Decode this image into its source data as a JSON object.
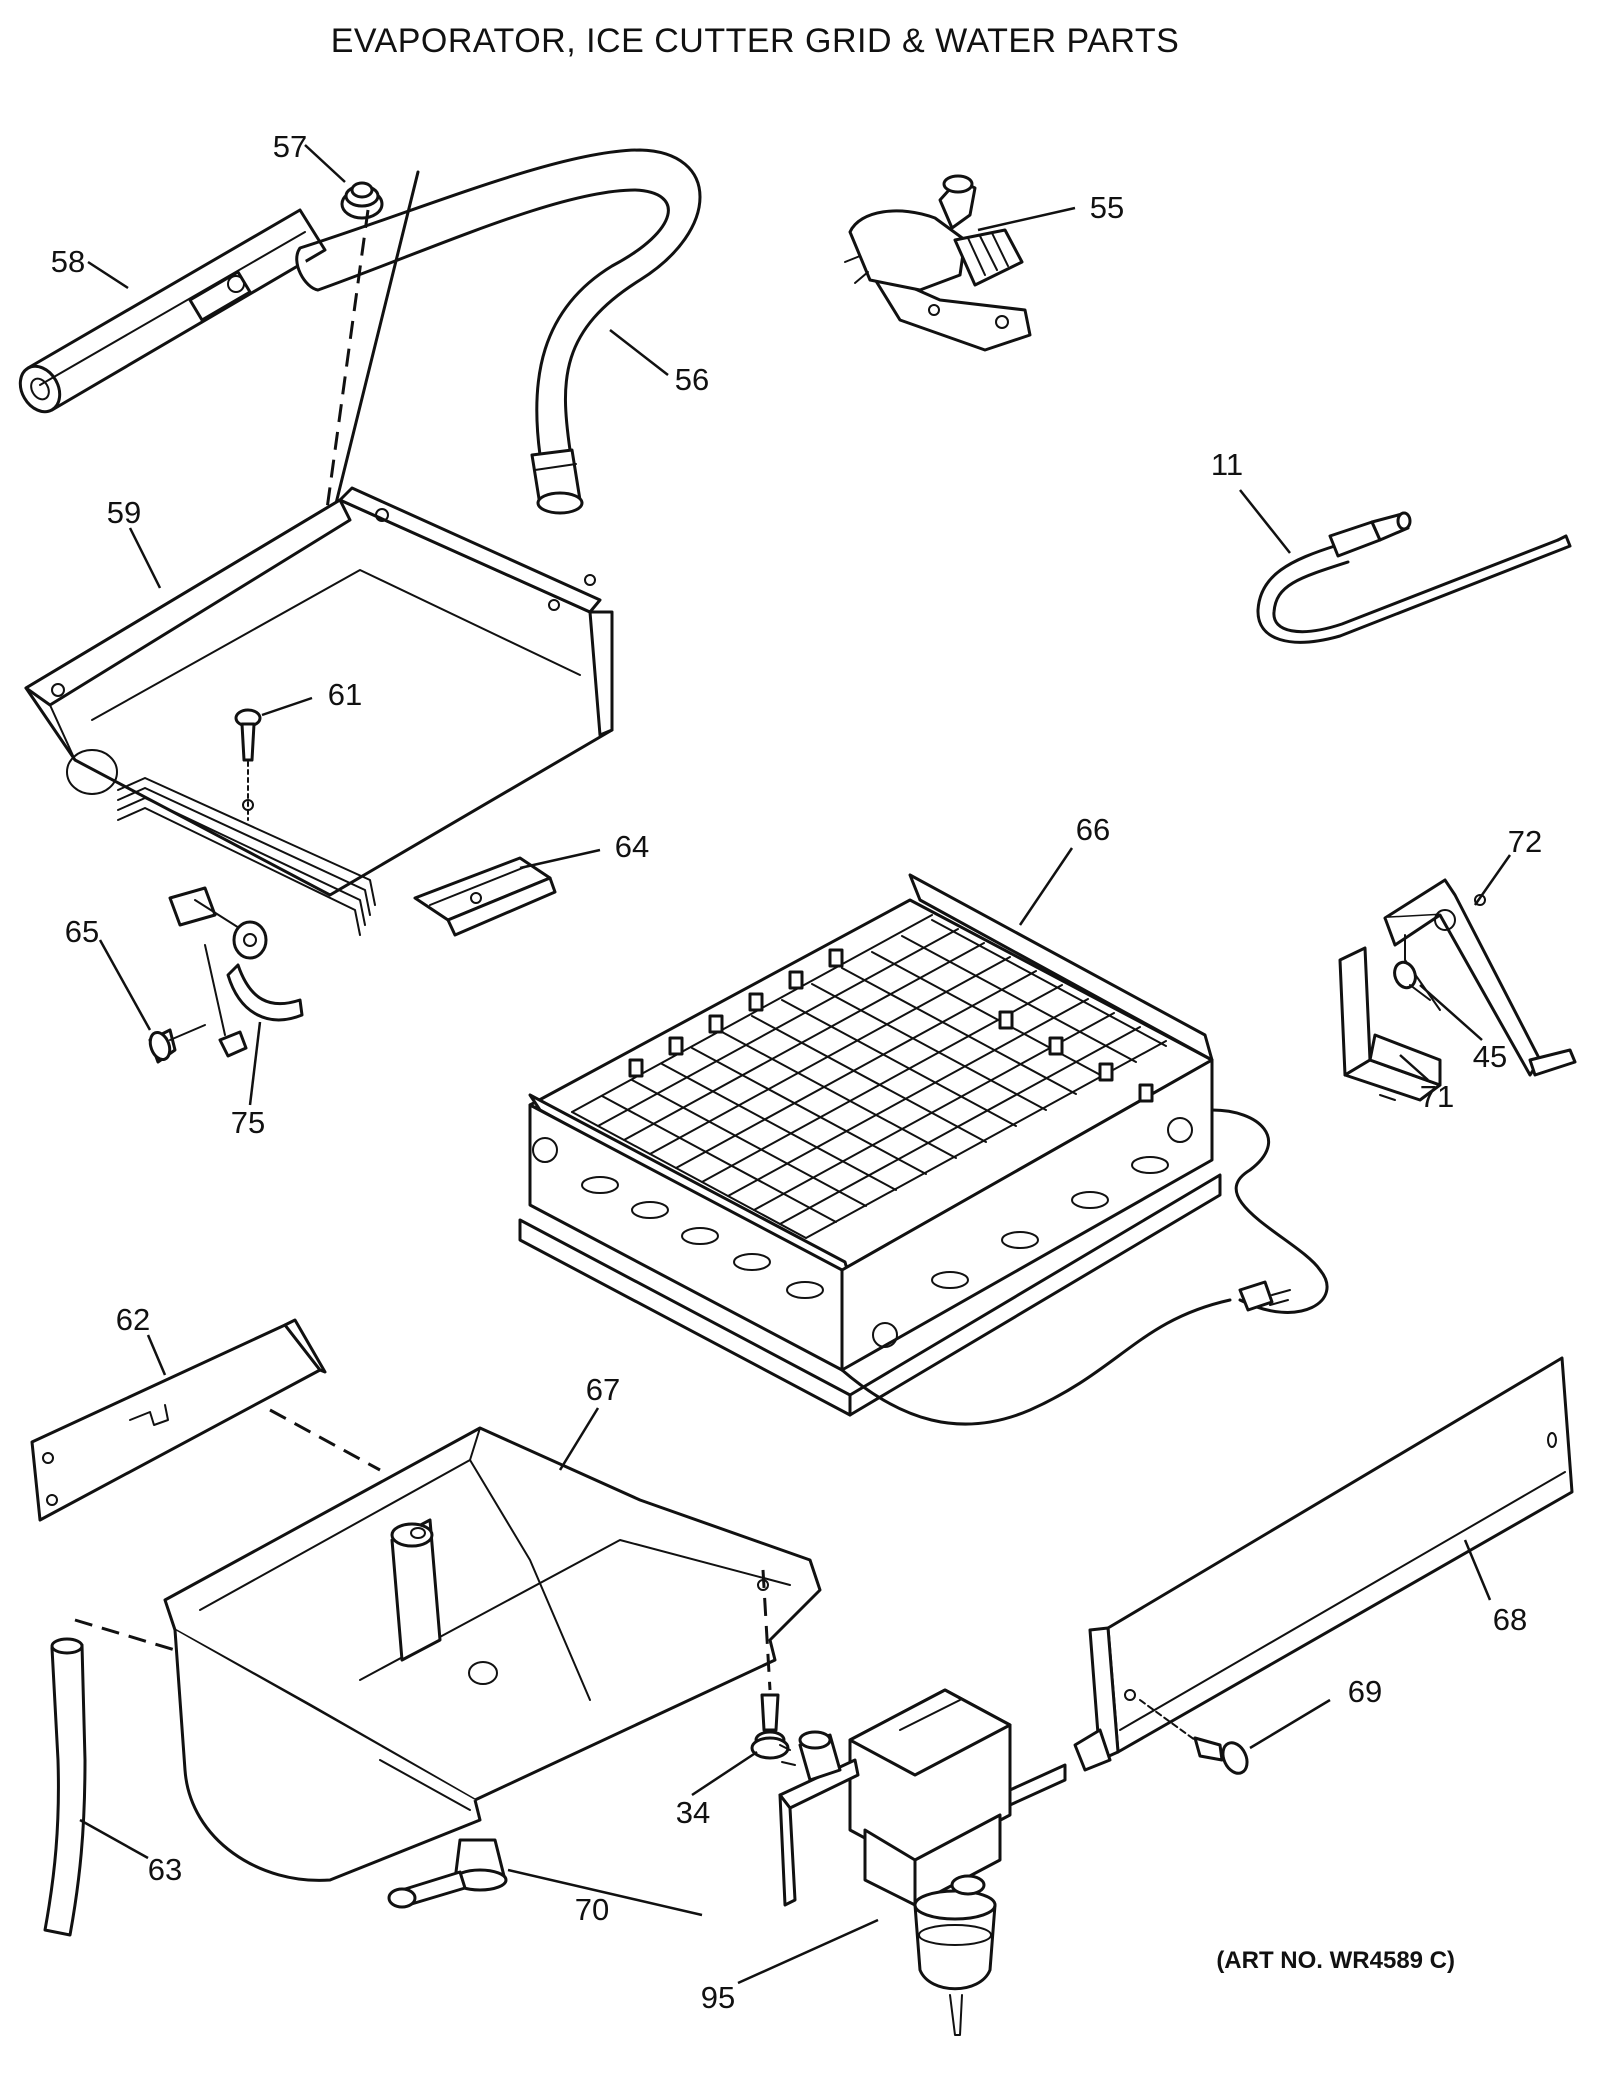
{
  "title": "EVAPORATOR, ICE CUTTER GRID & WATER PARTS",
  "art_number": "(ART NO. WR4589 C)",
  "callouts": {
    "p11": "11",
    "p34": "34",
    "p45": "45",
    "p55": "55",
    "p56": "56",
    "p57": "57",
    "p58": "58",
    "p59": "59",
    "p61": "61",
    "p62": "62",
    "p63": "63",
    "p64": "64",
    "p65": "65",
    "p66": "66",
    "p67": "67",
    "p68": "68",
    "p69": "69",
    "p70": "70",
    "p71": "71",
    "p72": "72",
    "p75": "75",
    "p95": "95"
  }
}
